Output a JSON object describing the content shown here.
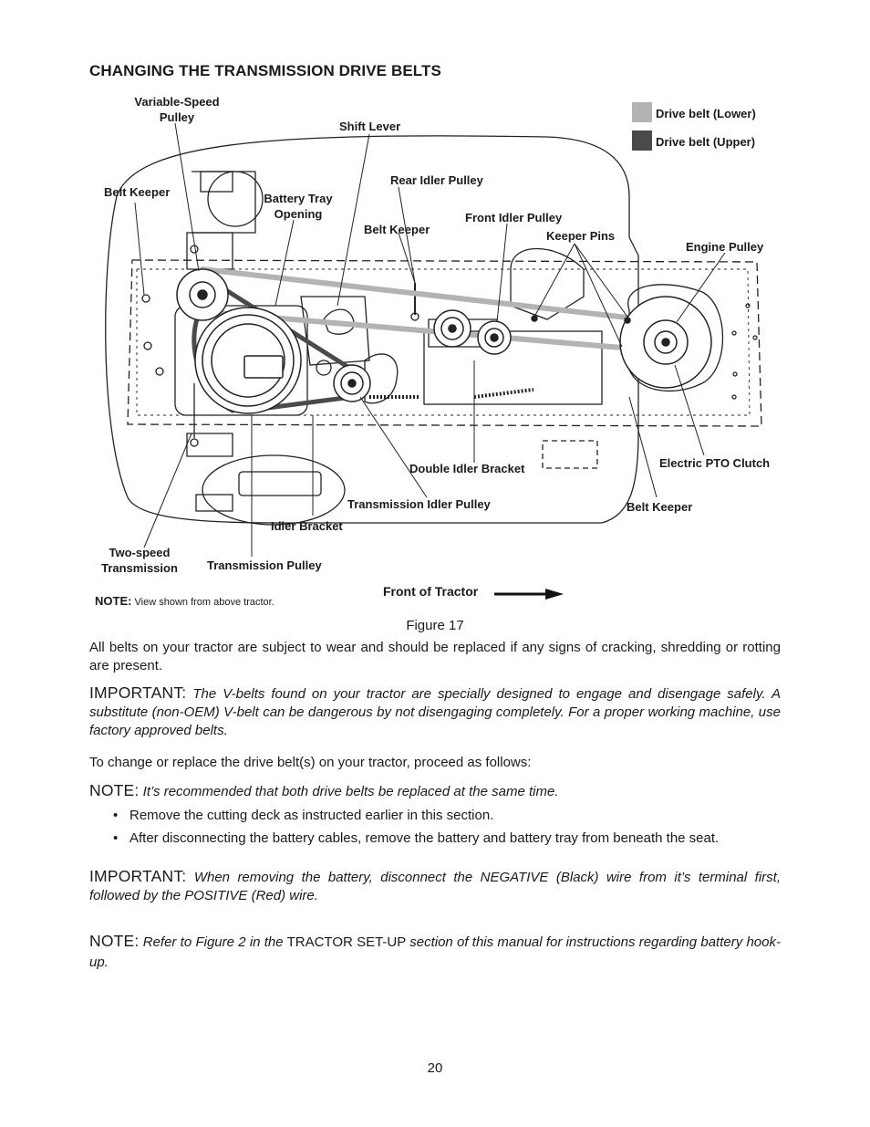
{
  "heading": "CHANGING THE TRANSMISSION DRIVE BELTS",
  "legend": {
    "lower": {
      "label": "Drive belt (Lower)",
      "color": "#b3b3b3"
    },
    "upper": {
      "label": "Drive belt (Upper)",
      "color": "#4a4a4a"
    }
  },
  "diagram_labels": {
    "variable_speed_pulley_1": "Variable-Speed",
    "variable_speed_pulley_2": "Pulley",
    "shift_lever": "Shift Lever",
    "belt_keeper_left": "Belt Keeper",
    "battery_tray_1": "Battery Tray",
    "battery_tray_2": "Opening",
    "rear_idler_pulley": "Rear Idler Pulley",
    "belt_keeper_mid": "Belt Keeper",
    "front_idler_pulley": "Front Idler Pulley",
    "keeper_pins": "Keeper Pins",
    "engine_pulley": "Engine Pulley",
    "double_idler_bracket": "Double Idler Bracket",
    "electric_pto_clutch": "Electric PTO Clutch",
    "transmission_idler_pulley": "Transmission Idler Pulley",
    "belt_keeper_right": "Belt Keeper",
    "idler_bracket": "Idler Bracket",
    "two_speed_1": "Two-speed",
    "two_speed_2": "Transmission",
    "transmission_pulley": "Transmission Pulley",
    "front_of_tractor": "Front of Tractor"
  },
  "figure_note": {
    "label": "NOTE:",
    "text": "View shown from above tractor."
  },
  "figure_caption": "Figure 17",
  "paragraphs": {
    "intro": "All belts on your tractor are subject to wear and should be replaced if any signs of cracking, shredding or rotting are present.",
    "important1_label": "IMPORTANT:",
    "important1_text": "The V-belts found on your tractor are specially designed to engage and disengage safely. A substitute (non-OEM) V-belt can be dangerous by not disengaging completely. For a proper working machine, use factory approved belts.",
    "procedure": "To change or replace the drive belt(s) on your tractor, proceed as follows:",
    "note1_label": "NOTE:",
    "note1_text": "It’s recommended that both drive belts be replaced at the same time.",
    "important2_label": "IMPORTANT:",
    "important2_text": "When removing the battery, disconnect the NEGATIVE (Black) wire from it’s terminal first, followed by the POSITIVE (Red) wire.",
    "note2_label": "NOTE:",
    "note2_text_a": "Refer to Figure 2 in the",
    "note2_text_b": "TRACTOR SET-UP",
    "note2_text_c": "section of this manual for instructions regarding battery hook-up."
  },
  "bullets": [
    "Remove the cutting deck as instructed earlier in this section.",
    "After disconnecting the battery cables, remove the battery and battery tray from beneath the seat."
  ],
  "bullet_symbol": "•",
  "page_number": "20"
}
